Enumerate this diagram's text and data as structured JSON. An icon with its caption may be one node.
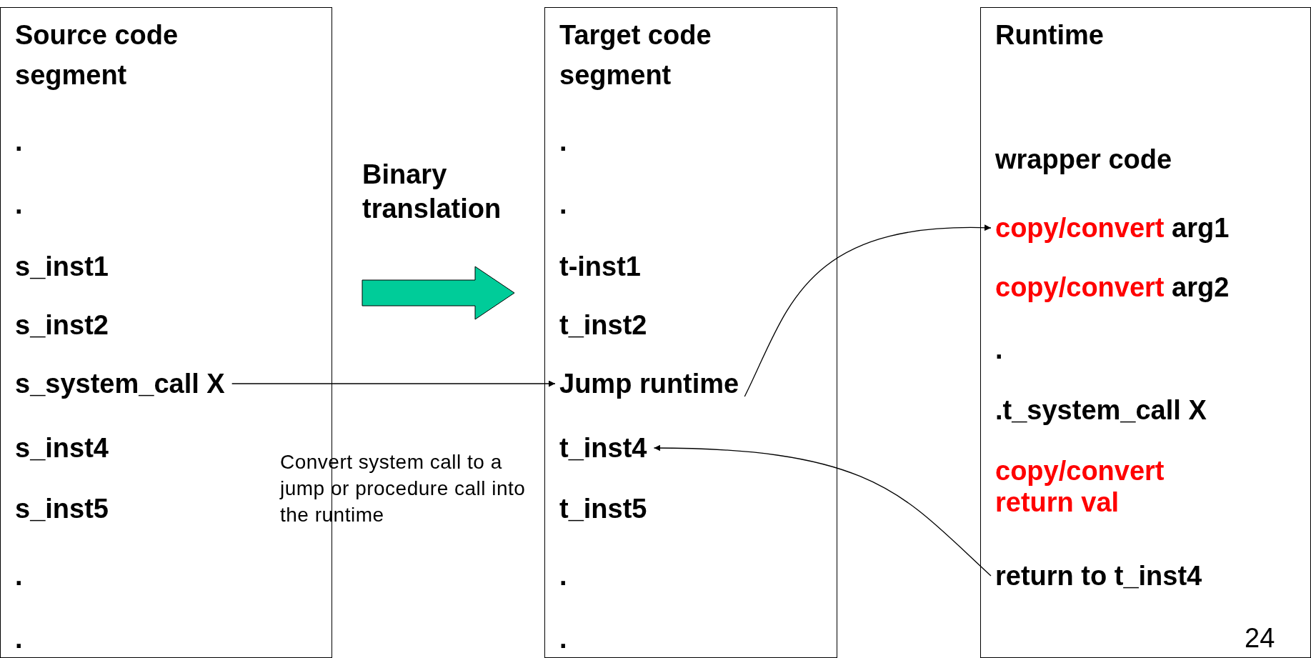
{
  "diagram": {
    "nodes": [
      {
        "text": [
          "Source code segment"
        ]
      },
      {
        "text": [
          "."
        ],
        "in": 0
      },
      {
        "text": [
          "."
        ],
        "in": 0
      },
      {
        "text": [
          "s_inst1"
        ],
        "in": 0
      },
      {
        "text": [
          "s_inst2"
        ],
        "in": 0
      },
      {
        "text": [
          "s_system_call  X"
        ],
        "in": 0
      },
      {
        "text": [
          "s_inst4"
        ],
        "in": 0
      },
      {
        "text": [
          "s_inst5"
        ],
        "in": 0
      },
      {
        "text": [
          "."
        ],
        "in": 0
      },
      {
        "text": [
          "."
        ],
        "in": 0
      },
      {
        "text": [
          "Target code segment"
        ]
      },
      {
        "text": [
          "."
        ],
        "in": 10
      },
      {
        "text": [
          "."
        ],
        "in": 10
      },
      {
        "text": [
          "t-inst1"
        ],
        "in": 10
      },
      {
        "text": [
          "t_inst2"
        ],
        "in": 10
      },
      {
        "text": [
          "Jump runtime"
        ],
        "in": 10
      },
      {
        "text": [
          "t_inst4"
        ],
        "in": 10
      },
      {
        "text": [
          "t_inst5"
        ],
        "in": 10
      },
      {
        "text": [
          "."
        ],
        "in": 10
      },
      {
        "text": [
          "."
        ],
        "in": 10
      },
      {
        "text": [
          "Runtime"
        ]
      },
      {
        "text": [
          "wrapper code"
        ],
        "in": 20
      },
      {
        "text": [
          "copy/convert",
          "arg1"
        ],
        "in": 20
      },
      {
        "text": [
          "copy/convert",
          "arg2"
        ],
        "in": 20
      },
      {
        "text": [
          "."
        ],
        "in": 20
      },
      {
        "text": [
          ".t_system_call X"
        ],
        "in": 20
      },
      {
        "text": [
          "copy/convert return val"
        ],
        "in": 20
      },
      {
        "text": [
          "return to t_inst4"
        ],
        "in": 20
      }
    ],
    "edges": [
      {
        "from": 0,
        "to": 10,
        "arrow": "to",
        "label": "Binary translation",
        "style": "thick",
        "color": "#00cc99"
      },
      {
        "from": 5,
        "to": 15,
        "arrow": "to"
      },
      {
        "from": 15,
        "to": 22,
        "arrow": "to"
      },
      {
        "from": 27,
        "to": 16,
        "arrow": "to"
      }
    ],
    "labels": [
      "Convert system call to a jump or procedure call into the runtime",
      "24"
    ]
  }
}
